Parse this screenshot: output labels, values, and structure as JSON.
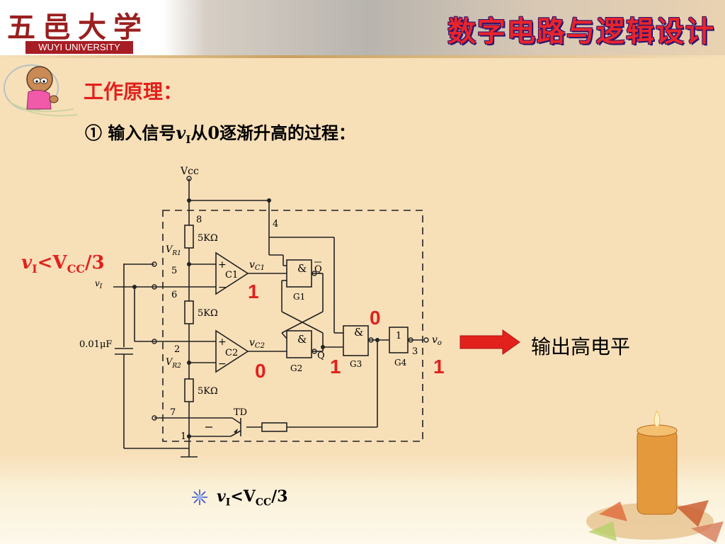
{
  "header": {
    "logo_cn": "五邑大学",
    "logo_en": "WUYI UNIVERSITY",
    "course_title": "数字电路与逻辑设计"
  },
  "slide": {
    "section_title": "工作原理：",
    "step_prefix": "① 输入信号",
    "step_var": "v",
    "step_var_sub": "I",
    "step_suffix": "从0逐渐升高的过程：",
    "condition_var": "v",
    "condition_var_sub": "I",
    "condition_op": "<V",
    "condition_sub": "CC",
    "condition_tail": "/3",
    "output_text": "输出高电平",
    "bottom_var": "v",
    "bottom_var_sub": "I",
    "bottom_op": "<V",
    "bottom_sub": "CC",
    "bottom_tail": "/3"
  },
  "circuit": {
    "vcc": "Vcc",
    "pin8": "8",
    "pin4": "4",
    "pin5": "5",
    "pin6": "6",
    "pin2": "2",
    "pin7": "7",
    "pin1": "1",
    "pin3": "3",
    "r_label": "5KΩ",
    "vr1": "V",
    "vr1_sub": "R1",
    "vr2": "V",
    "vr2_sub": "R2",
    "c1": "C1",
    "c2": "C2",
    "vc1": "v",
    "vc1_sub": "C1",
    "vc2": "v",
    "vc2_sub": "C2",
    "vi": "v",
    "vi_sub": "I",
    "vo": "v",
    "vo_sub": "o",
    "cap": "0.01μF",
    "and_sym": "&",
    "not_sym": "1",
    "g1": "G1",
    "g2": "G2",
    "g3": "G3",
    "g4": "G4",
    "q": "Q",
    "qbar": "Q",
    "td": "TD",
    "plus": "+",
    "minus": "−"
  },
  "bits": {
    "c1_out": "1",
    "c2_out": "0",
    "g3_in": "0",
    "g3_out": "1",
    "vo_out": "1"
  },
  "colors": {
    "accent_red": "#e2211c",
    "background": "#f7dfb8",
    "title_outline": "#2a1570"
  }
}
